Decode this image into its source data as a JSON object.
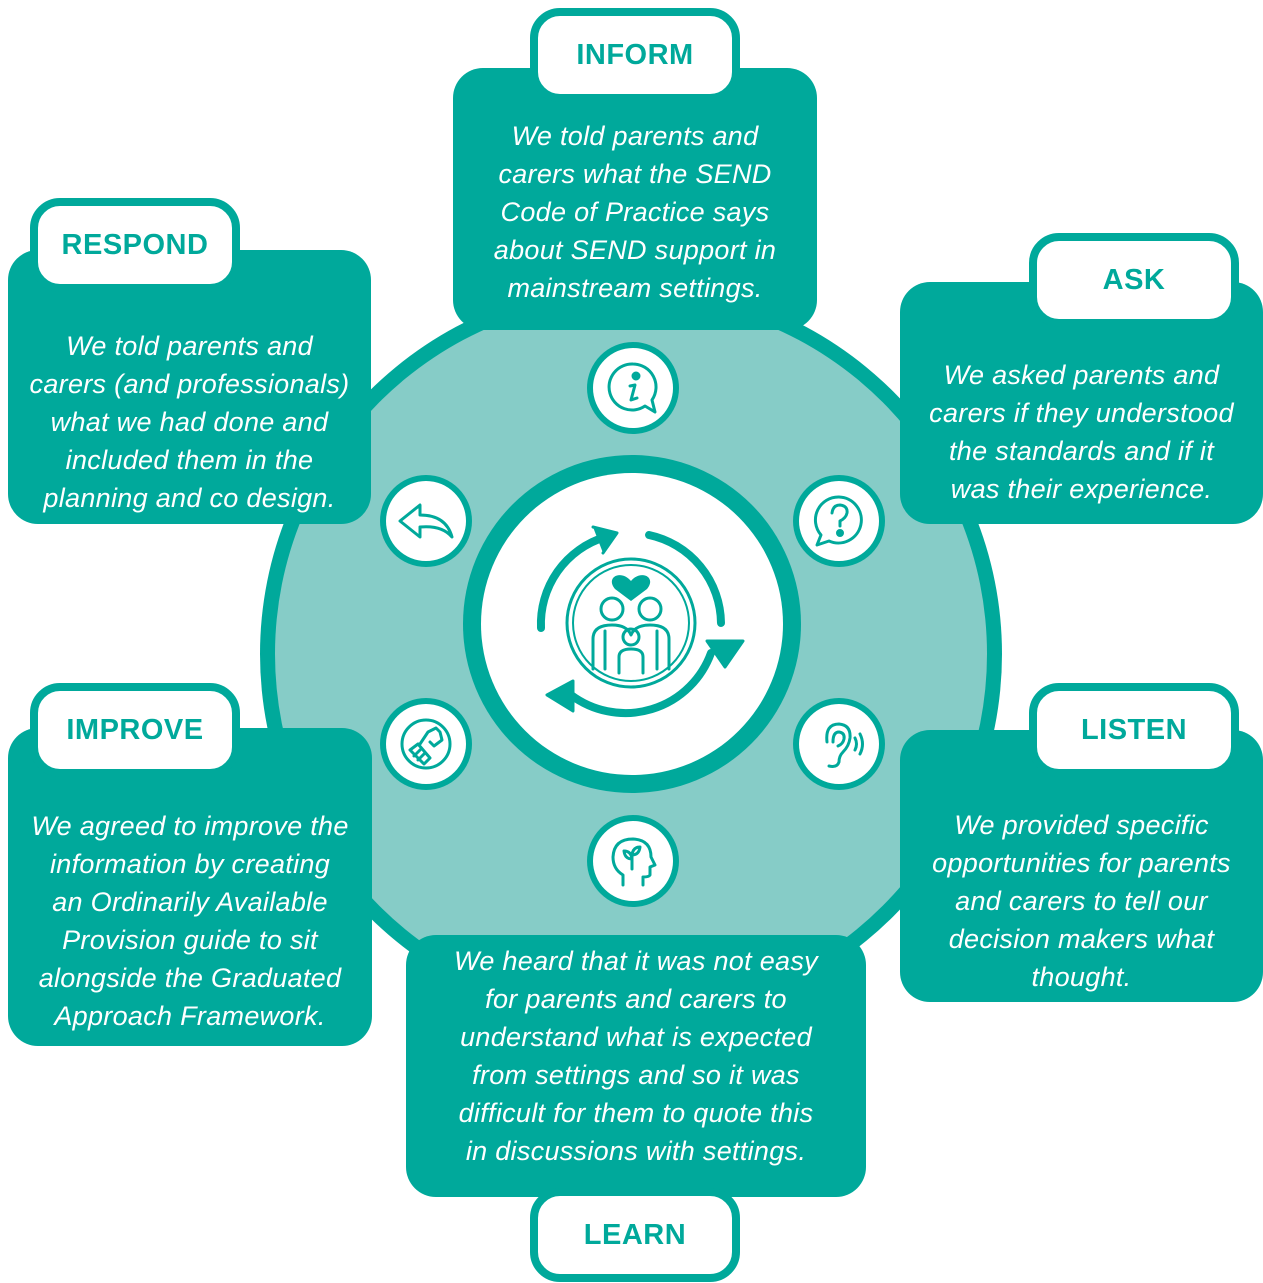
{
  "colors": {
    "primary": "#00a99b",
    "light": "#86ccc7",
    "white": "#ffffff"
  },
  "center": {
    "icon": "family-cycle-icon"
  },
  "stages": [
    {
      "label": "INFORM",
      "icon": "info-speech-icon",
      "text": "We told parents and\ncarers what the SEND\nCode of Practice says\nabout SEND support in\nmainstream settings."
    },
    {
      "label": "ASK",
      "icon": "question-speech-icon",
      "text": "We asked parents and\ncarers if they understood\nthe standards and if it\nwas their experience."
    },
    {
      "label": "LISTEN",
      "icon": "ear-icon",
      "text": "We provided specific\nopportunities for parents\nand carers to tell our\ndecision makers what\nthought."
    },
    {
      "label": "LEARN",
      "icon": "head-growth-icon",
      "text": "We heard that it was not easy\nfor parents and carers to\nunderstand what is expected\nfrom settings and so it was\ndifficult for them to quote this\nin discussions with settings."
    },
    {
      "label": "IMPROVE",
      "icon": "handshake-icon",
      "text": "We agreed to improve the\ninformation by creating\nan Ordinarily Available\nProvision guide to sit\nalongside the Graduated\nApproach Framework."
    },
    {
      "label": "RESPOND",
      "icon": "reply-arrow-icon",
      "text": "We told parents and\ncarers (and professionals)\nwhat we had done and\nincluded them in the\nplanning and co  design."
    }
  ]
}
